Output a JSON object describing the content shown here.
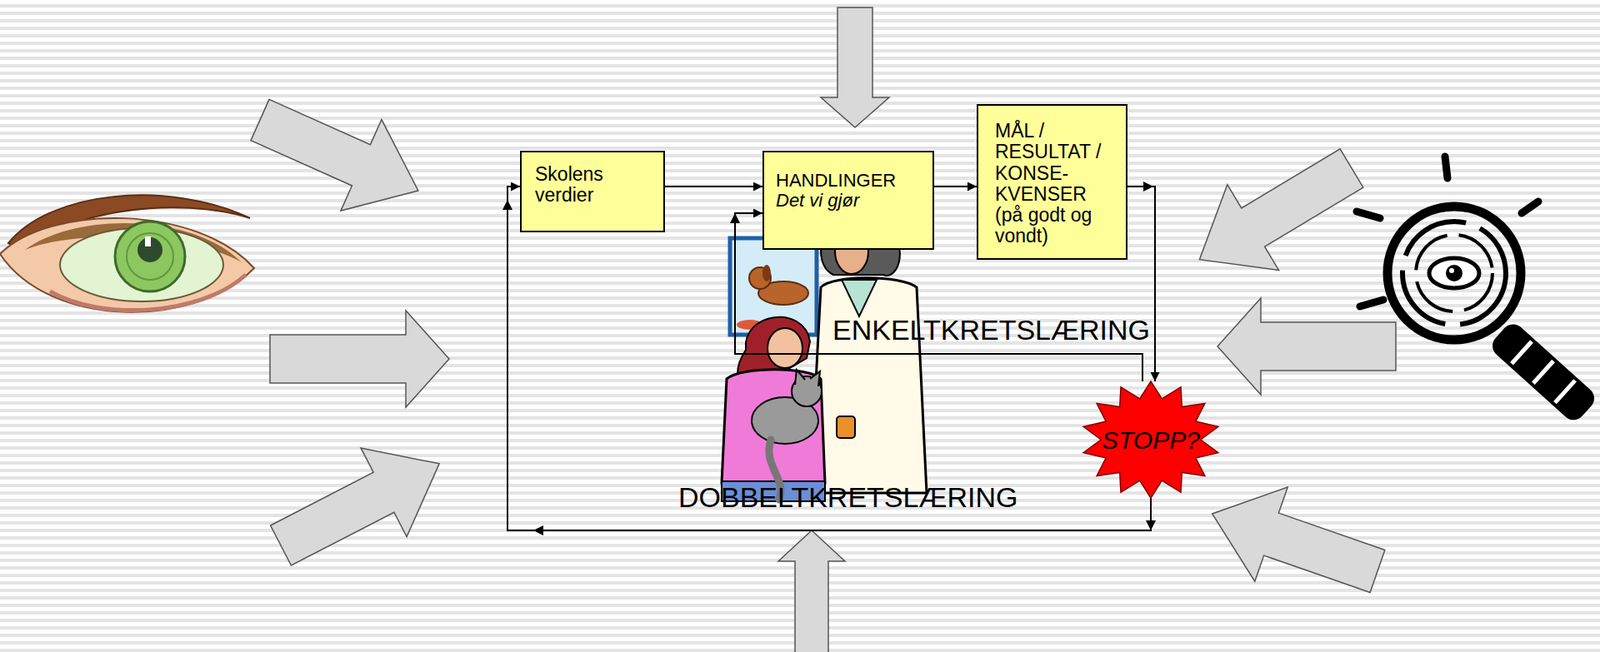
{
  "diagram": {
    "nodes": [
      {
        "text": [
          "Skolens verdier"
        ]
      },
      {
        "text": [
          "HANDLINGER",
          "Det vi gjør"
        ]
      },
      {
        "text": [
          "MÅL / RESULTAT / KONSE- KVENSER (på godt og vondt)"
        ]
      },
      {
        "text": [
          "STOPP?"
        ]
      }
    ],
    "edges": [
      {
        "from": 0,
        "to": 1,
        "arrow": "to"
      },
      {
        "from": 1,
        "to": 2,
        "arrow": "to"
      },
      {
        "from": 2,
        "to": 3,
        "arrow": "to"
      },
      {
        "from": 3,
        "to": 1,
        "label": "ENKELTKRETSLÆRING",
        "arrow": "to"
      },
      {
        "from": 3,
        "to": 0,
        "label": "DOBBELTKRETSLÆRING",
        "arrow": "to"
      }
    ]
  }
}
